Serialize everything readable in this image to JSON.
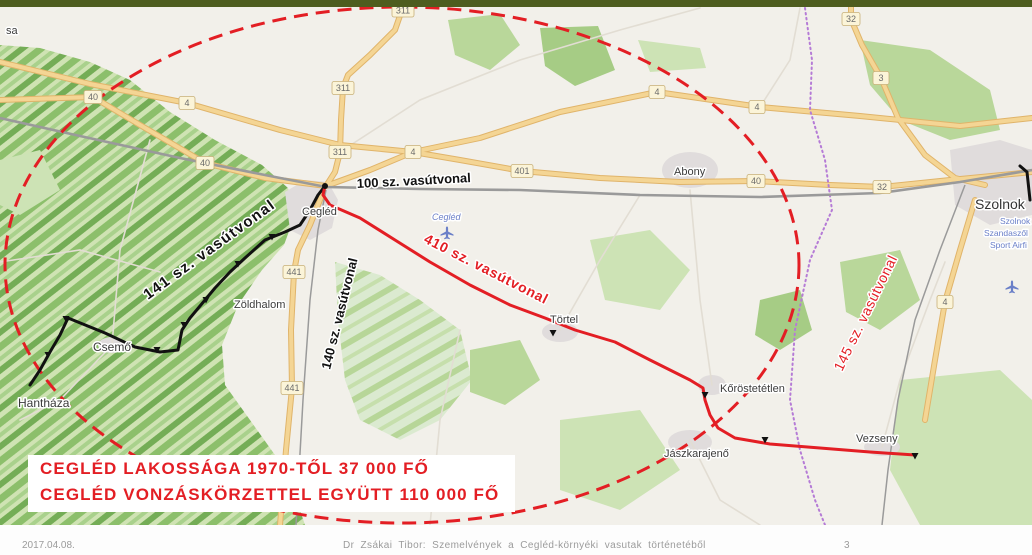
{
  "colors": {
    "accent_red": "#e31e24",
    "frame_green": "#4e5d1f",
    "rail_black": "#111111",
    "rail_grey": "#9a9a9a",
    "county_border": "#b57bd6",
    "airport_blue": "#6a7fc8"
  },
  "icons": [
    "airport-icon",
    "station-marker-icon"
  ],
  "map": {
    "places": {
      "west_edge": "sa",
      "cegled": "Cegléd",
      "abony": "Abony",
      "szolnok": "Szolnok",
      "zoldhalom": "Zöldhalom",
      "csemo": "Csemő",
      "hanthaza": "Hantháza",
      "tortel": "Törtel",
      "korostetetlen": "Kőröstetétlen",
      "jaszkarajeno": "Jászkarajenő",
      "vezseny": "Vezseny"
    },
    "airfields": {
      "cegled": "Cegléd",
      "szolnok_lines": [
        "Szolnok",
        "Szandaszől",
        "Sport Airfi"
      ]
    },
    "railways": {
      "line_100": "100 sz. vasútvonal",
      "line_141": "141 sz. vasútvonal",
      "line_140": "140 sz. vasútvonal",
      "line_410": "410 sz. vasútvonal",
      "line_145": "145 sz. vasútvonal"
    },
    "road_shields": [
      "311",
      "311",
      "311",
      "40",
      "4",
      "40",
      "4",
      "401",
      "4",
      "4",
      "40",
      "32",
      "3",
      "32",
      "441",
      "441",
      "4"
    ]
  },
  "slide": {
    "callout": {
      "line1": "CEGLÉD LAKOSSÁGA 1970-TŐL 37 000 FŐ",
      "line2": "CEGLÉD VONZÁSKÖRZETTEL EGYÜTT 110 000 FŐ"
    },
    "footer": {
      "date": "2017.04.08.",
      "title": "Dr Zsákai Tibor: Szemelvények a Cegléd-környéki vasutak történetéből",
      "page": "3"
    }
  }
}
